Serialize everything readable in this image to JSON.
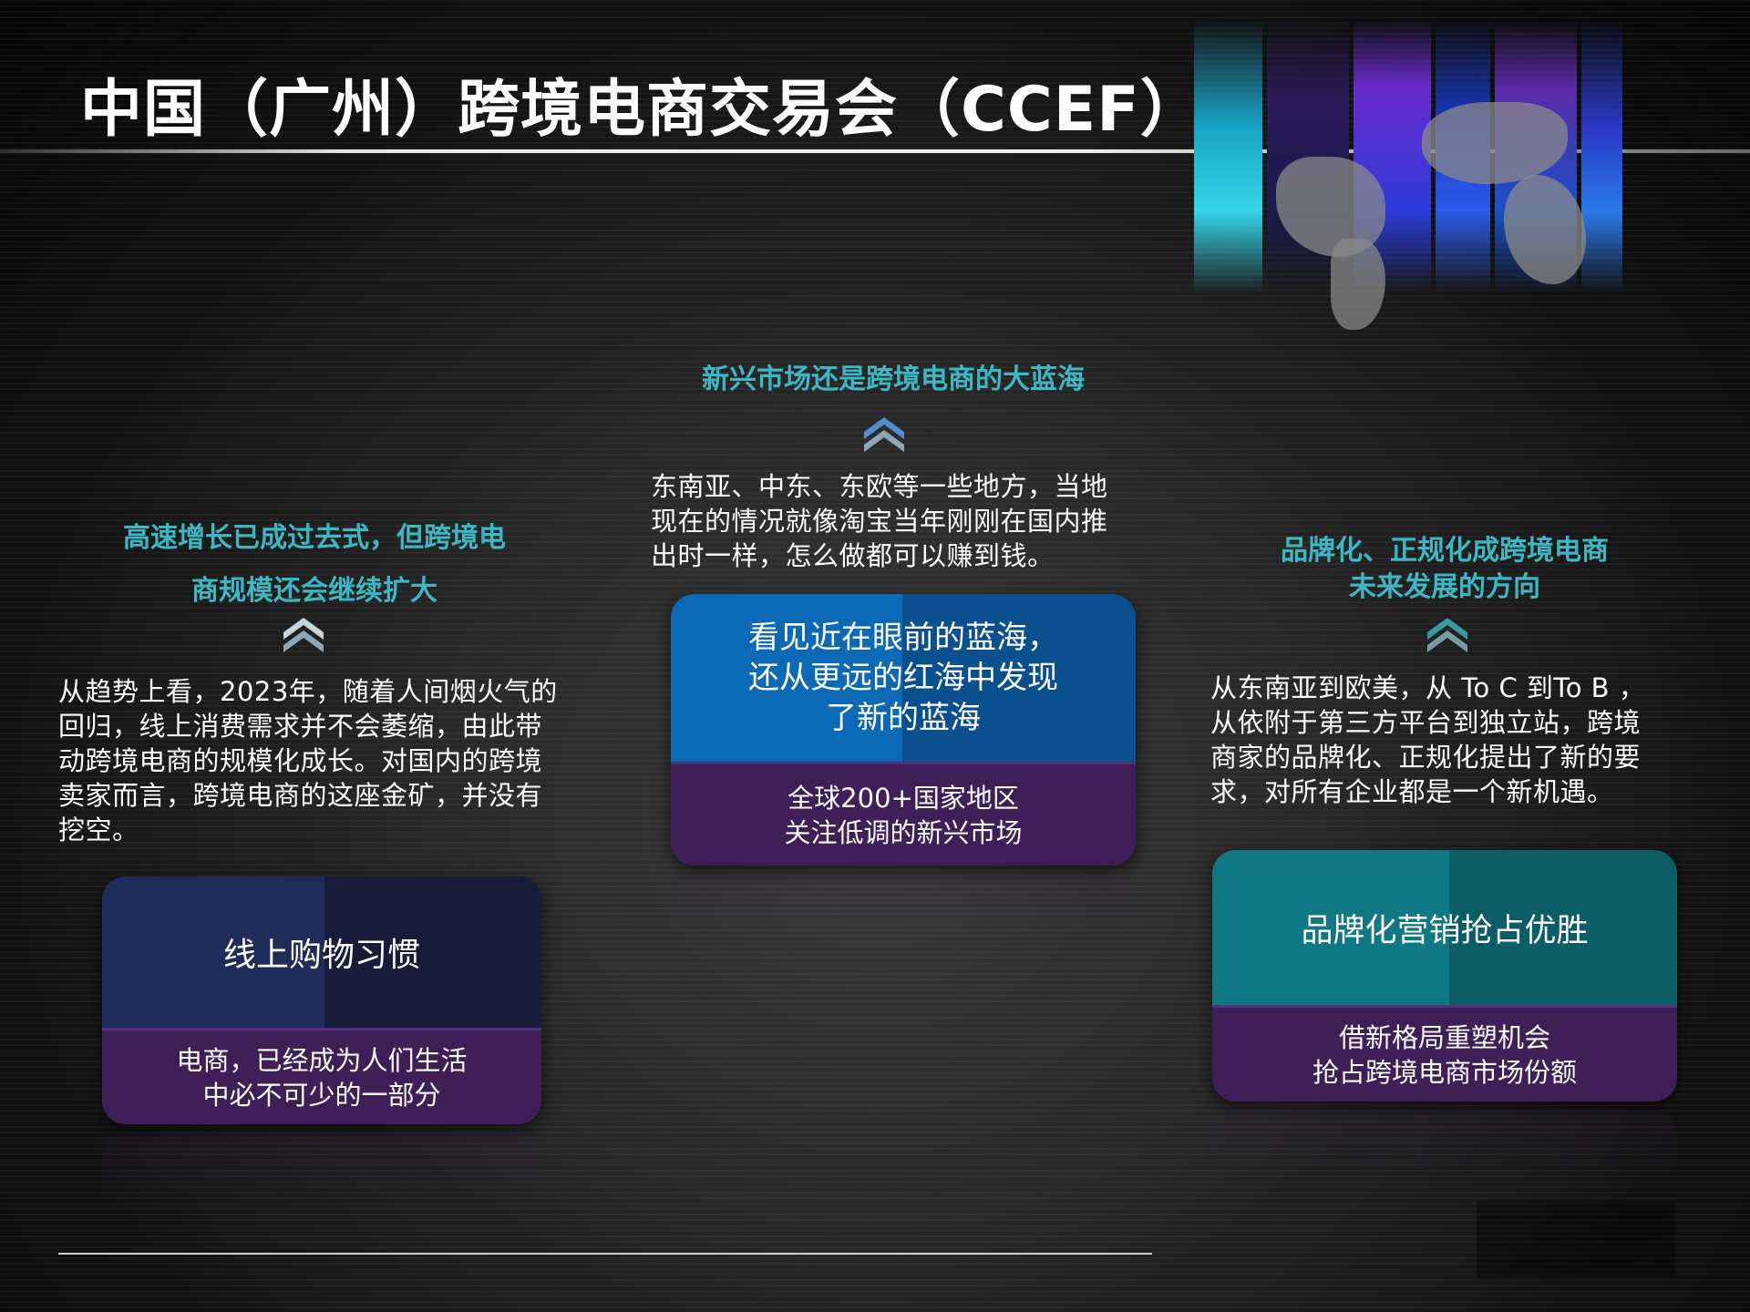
{
  "title": "中国（广州）跨境电商交易会（CCEF）",
  "colors": {
    "heading": "#3bb8c4",
    "card_purple": "#3f1f58",
    "card_navy": "#1e2a55",
    "card_blue": "#0a6ab8",
    "card_teal": "#0e6f78"
  },
  "left": {
    "heading_line1": "高速增长已成过去式，但跨境电",
    "heading_line2": "商规模还会继续扩大",
    "body": [
      "从趋势上看，2023年，随着人间烟火气的",
      "回归，线上消费需求并不会萎缩，由此带",
      "动跨境电商的规模化成长。对国内的跨境",
      "卖家而言，跨境电商的这座金矿，并没有",
      "挖空。"
    ],
    "card_title": "线上购物习惯",
    "card_sub": [
      "电商，已经成为人们生活",
      "中必不可少的一部分"
    ]
  },
  "middle": {
    "heading": "新兴市场还是跨境电商的大蓝海",
    "body": [
      "东南亚、中东、东欧等一些地方，当地",
      "现在的情况就像淘宝当年刚刚在国内推",
      "出时一样，怎么做都可以赚到钱。"
    ],
    "card_title": [
      "看见近在眼前的蓝海，",
      "还从更远的红海中发现",
      "了新的蓝海"
    ],
    "card_sub": [
      "全球200+国家地区",
      "关注低调的新兴市场"
    ]
  },
  "right": {
    "heading_line1": "品牌化、正规化成跨境电商",
    "heading_line2": "未来发展的方向",
    "body": [
      "从东南亚到欧美，从 To C 到To B ，",
      "从依附于第三方平台到独立站，跨境",
      "商家的品牌化、正规化提出了新的要",
      "求，对所有企业都是一个新机遇。"
    ],
    "card_title": "品牌化营销抢占优胜",
    "card_sub": [
      "借新格局重塑机会",
      "抢占跨境电商市场份额"
    ]
  },
  "icons": [
    "chevron-up-icon",
    "globe-image"
  ]
}
